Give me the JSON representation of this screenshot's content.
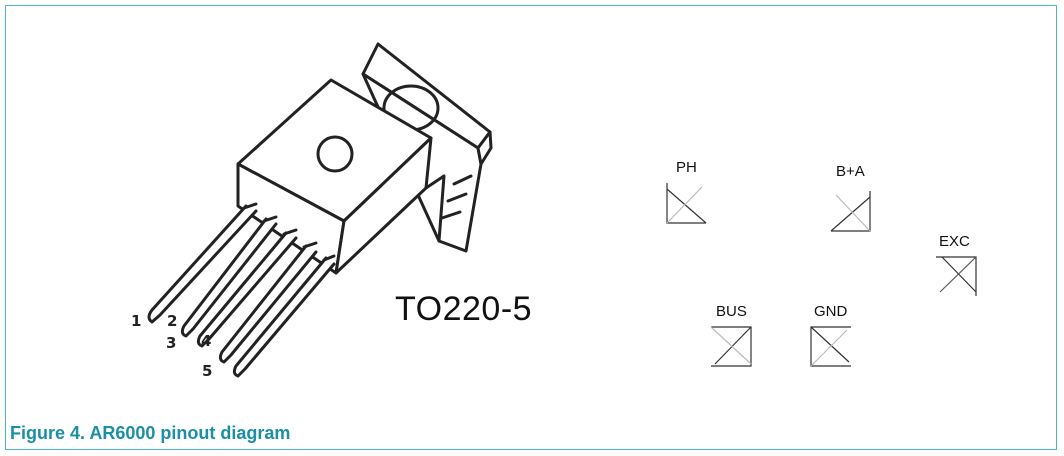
{
  "package": {
    "label": "TO220-5",
    "pin_numbers": [
      "1",
      "2",
      "3",
      "4",
      "5"
    ]
  },
  "pins": {
    "ph": "PH",
    "ba": "B+A",
    "exc": "EXC",
    "bus": "BUS",
    "gnd": "GND"
  },
  "caption": "Figure 4.  AR6000 pinout diagram",
  "colors": {
    "frame": "#4fb3c0",
    "caption": "#1a8fa5"
  }
}
